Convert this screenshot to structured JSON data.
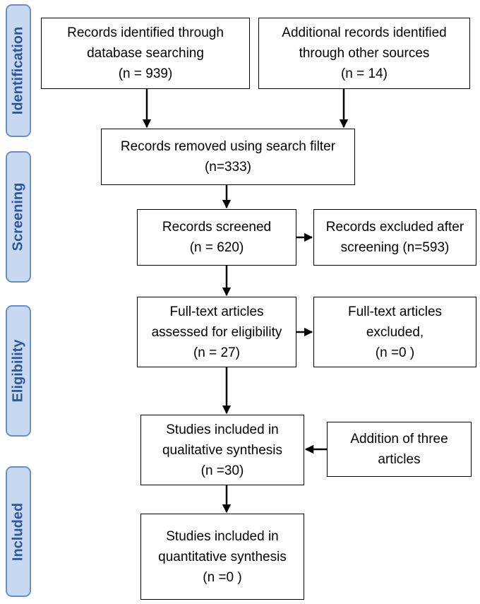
{
  "phases": {
    "identification": "Identification",
    "screening": "Screening",
    "eligibility": "Eligibility",
    "included": "Included"
  },
  "boxes": {
    "db_search": {
      "line1": "Records identified through",
      "line2": "database searching",
      "line3": "(n = 939)"
    },
    "other_sources": {
      "line1": "Additional records identified",
      "line2": "through other sources",
      "line3": "(n = 14)"
    },
    "search_filter": {
      "line1": "Records removed using search filter",
      "line2": "(n=333)"
    },
    "screened": {
      "line1": "Records screened",
      "line2": "(n = 620)"
    },
    "excluded_screening": {
      "line1": "Records excluded after",
      "line2": "screening (n=593)"
    },
    "fulltext_assessed": {
      "line1": "Full-text articles",
      "line2": "assessed for eligibility",
      "line3": "(n = 27)"
    },
    "fulltext_excluded": {
      "line1": "Full-text articles",
      "line2": "excluded,",
      "line3": "(n =0 )"
    },
    "qualitative": {
      "line1": "Studies included in",
      "line2": "qualitative synthesis",
      "line3": "(n =30)"
    },
    "addition": {
      "line1": "Addition of three",
      "line2": "articles"
    },
    "quantitative": {
      "line1": "Studies included in",
      "line2": "quantitative synthesis",
      "line3": "(n =0 )"
    }
  }
}
